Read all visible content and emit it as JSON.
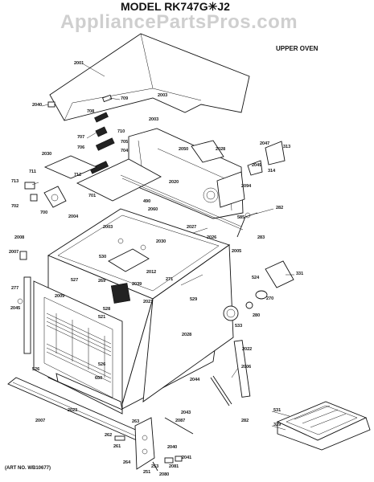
{
  "header": {
    "title": "MODEL RK747G✳J2",
    "watermark": "AppliancePartsPros.com",
    "section": "UPPER OVEN"
  },
  "footer": {
    "art_number": "(ART NO. WB10677)"
  },
  "callouts": [
    {
      "id": "c2001",
      "text": "2001"
    },
    {
      "id": "c2003",
      "text": "2003"
    },
    {
      "id": "c2040",
      "text": "2040"
    },
    {
      "id": "c709",
      "text": "709"
    },
    {
      "id": "c708",
      "text": "708"
    },
    {
      "id": "c2003b",
      "text": "2003"
    },
    {
      "id": "c707",
      "text": "707"
    },
    {
      "id": "c710",
      "text": "710"
    },
    {
      "id": "c706",
      "text": "706"
    },
    {
      "id": "c705",
      "text": "705"
    },
    {
      "id": "c704",
      "text": "704"
    },
    {
      "id": "c2050",
      "text": "2050"
    },
    {
      "id": "c2028",
      "text": "2028"
    },
    {
      "id": "c2047",
      "text": "2047"
    },
    {
      "id": "c313",
      "text": "313"
    },
    {
      "id": "c2049",
      "text": "2049"
    },
    {
      "id": "c314",
      "text": "314"
    },
    {
      "id": "c2020",
      "text": "2020"
    },
    {
      "id": "c2094",
      "text": "2094"
    },
    {
      "id": "c2030",
      "text": "2030"
    },
    {
      "id": "c711",
      "text": "711"
    },
    {
      "id": "c712",
      "text": "712"
    },
    {
      "id": "c713",
      "text": "713"
    },
    {
      "id": "c702",
      "text": "702"
    },
    {
      "id": "c700",
      "text": "700"
    },
    {
      "id": "c701",
      "text": "701"
    },
    {
      "id": "c2004",
      "text": "2004"
    },
    {
      "id": "c490",
      "text": "490"
    },
    {
      "id": "c2060",
      "text": "2060"
    },
    {
      "id": "c2003c",
      "text": "2003"
    },
    {
      "id": "c2027",
      "text": "2027"
    },
    {
      "id": "c2026",
      "text": "2026"
    },
    {
      "id": "c282",
      "text": "282"
    },
    {
      "id": "c585",
      "text": "585"
    },
    {
      "id": "c283",
      "text": "283"
    },
    {
      "id": "c2005",
      "text": "2005"
    },
    {
      "id": "c2030b",
      "text": "2030"
    },
    {
      "id": "c2008",
      "text": "2008"
    },
    {
      "id": "c530",
      "text": "530"
    },
    {
      "id": "c2012",
      "text": "2012"
    },
    {
      "id": "c331",
      "text": "331"
    },
    {
      "id": "c524",
      "text": "524"
    },
    {
      "id": "c2007",
      "text": "2007"
    },
    {
      "id": "c277",
      "text": "277"
    },
    {
      "id": "c527",
      "text": "527"
    },
    {
      "id": "c269",
      "text": "269"
    },
    {
      "id": "c2039",
      "text": "2039"
    },
    {
      "id": "c271",
      "text": "271"
    },
    {
      "id": "c270",
      "text": "270"
    },
    {
      "id": "c529",
      "text": "529"
    },
    {
      "id": "c2021",
      "text": "2021"
    },
    {
      "id": "c2045",
      "text": "2045"
    },
    {
      "id": "c2009",
      "text": "2009"
    },
    {
      "id": "c528",
      "text": "528"
    },
    {
      "id": "c521",
      "text": "521"
    },
    {
      "id": "c280",
      "text": "280"
    },
    {
      "id": "c533",
      "text": "533"
    },
    {
      "id": "c2028b",
      "text": "2028"
    },
    {
      "id": "c2022",
      "text": "2022"
    },
    {
      "id": "c526",
      "text": "526"
    },
    {
      "id": "c526b",
      "text": "526"
    },
    {
      "id": "c2006",
      "text": "2006"
    },
    {
      "id": "c650",
      "text": "650"
    },
    {
      "id": "c2044",
      "text": "2044"
    },
    {
      "id": "c2023",
      "text": "2023"
    },
    {
      "id": "c2007b",
      "text": "2007"
    },
    {
      "id": "c2043",
      "text": "2043"
    },
    {
      "id": "c531",
      "text": "531"
    },
    {
      "id": "c329",
      "text": "329"
    },
    {
      "id": "c262",
      "text": "262"
    },
    {
      "id": "c263",
      "text": "263"
    },
    {
      "id": "c261",
      "text": "261"
    },
    {
      "id": "c2040b",
      "text": "2040"
    },
    {
      "id": "c2041",
      "text": "2041"
    },
    {
      "id": "c264",
      "text": "264"
    },
    {
      "id": "c251",
      "text": "251"
    },
    {
      "id": "c253",
      "text": "253"
    },
    {
      "id": "c2080",
      "text": "2080"
    },
    {
      "id": "c2081",
      "text": "2081"
    },
    {
      "id": "c2087",
      "text": "2087"
    },
    {
      "id": "c282b",
      "text": "282"
    }
  ]
}
